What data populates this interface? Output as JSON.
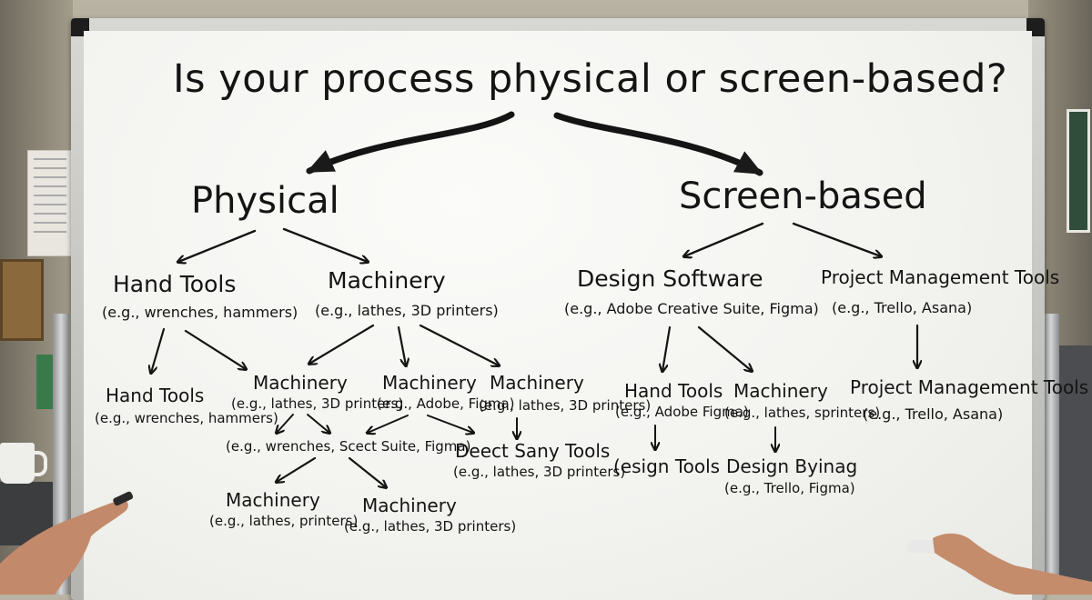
{
  "title": "Is your process physical or screen-based?",
  "branches": {
    "physical": "Physical",
    "screen": "Screen-based"
  },
  "physical": {
    "hand_tools": {
      "label": "Hand Tools",
      "example": "(e.g., wrenches, hammers)"
    },
    "machinery": {
      "label": "Machinery",
      "example": "(e.g., lathes, 3D printers)"
    },
    "level3": [
      {
        "label": "Hand Tools",
        "example": "(e.g., wrenches, hammers)"
      },
      {
        "label": "Machinery",
        "example": "(e.g., lathes, 3D printers)"
      },
      {
        "label": "Machinery",
        "example": "(e.g., Adobe, Figma)"
      },
      {
        "label": "Machinery",
        "example": "(e.g., lathes, 3D printers)"
      }
    ],
    "mid_example": "(e.g., wrenches, Scect Suite, Figma)",
    "deect": {
      "label": "Deect Sany Tools",
      "example": "(e.g., lathes, 3D printers)"
    },
    "bottom": [
      {
        "label": "Machinery",
        "example": "(e.g., lathes, printers)"
      },
      {
        "label": "Machinery",
        "example": "(e.g., lathes, 3D printers)"
      }
    ]
  },
  "screen": {
    "design_software": {
      "label": "Design Software",
      "example": "(e.g., Adobe Creative Suite, Figma)"
    },
    "pm_tools": {
      "label": "Project Management Tools",
      "example": "(e.g., Trello, Asana)"
    },
    "hand_tools": {
      "label": "Hand Tools",
      "example": "(e.g., Adobe Figma)"
    },
    "machinery": {
      "label": "Machinery",
      "example": "(e.g., lathes, sprinters)"
    },
    "pm_tools_2": {
      "label": "Project Management Tools",
      "example": "(e.g., Trello, Asana)"
    },
    "esign": "(esign Tools",
    "design_byinag": {
      "label": "Design Byinag",
      "example": "(e.g., Trello, Figma)"
    }
  },
  "colors": {
    "ink": "#141414",
    "board": "#f5f5f2",
    "frame": "#c8c8c4"
  }
}
